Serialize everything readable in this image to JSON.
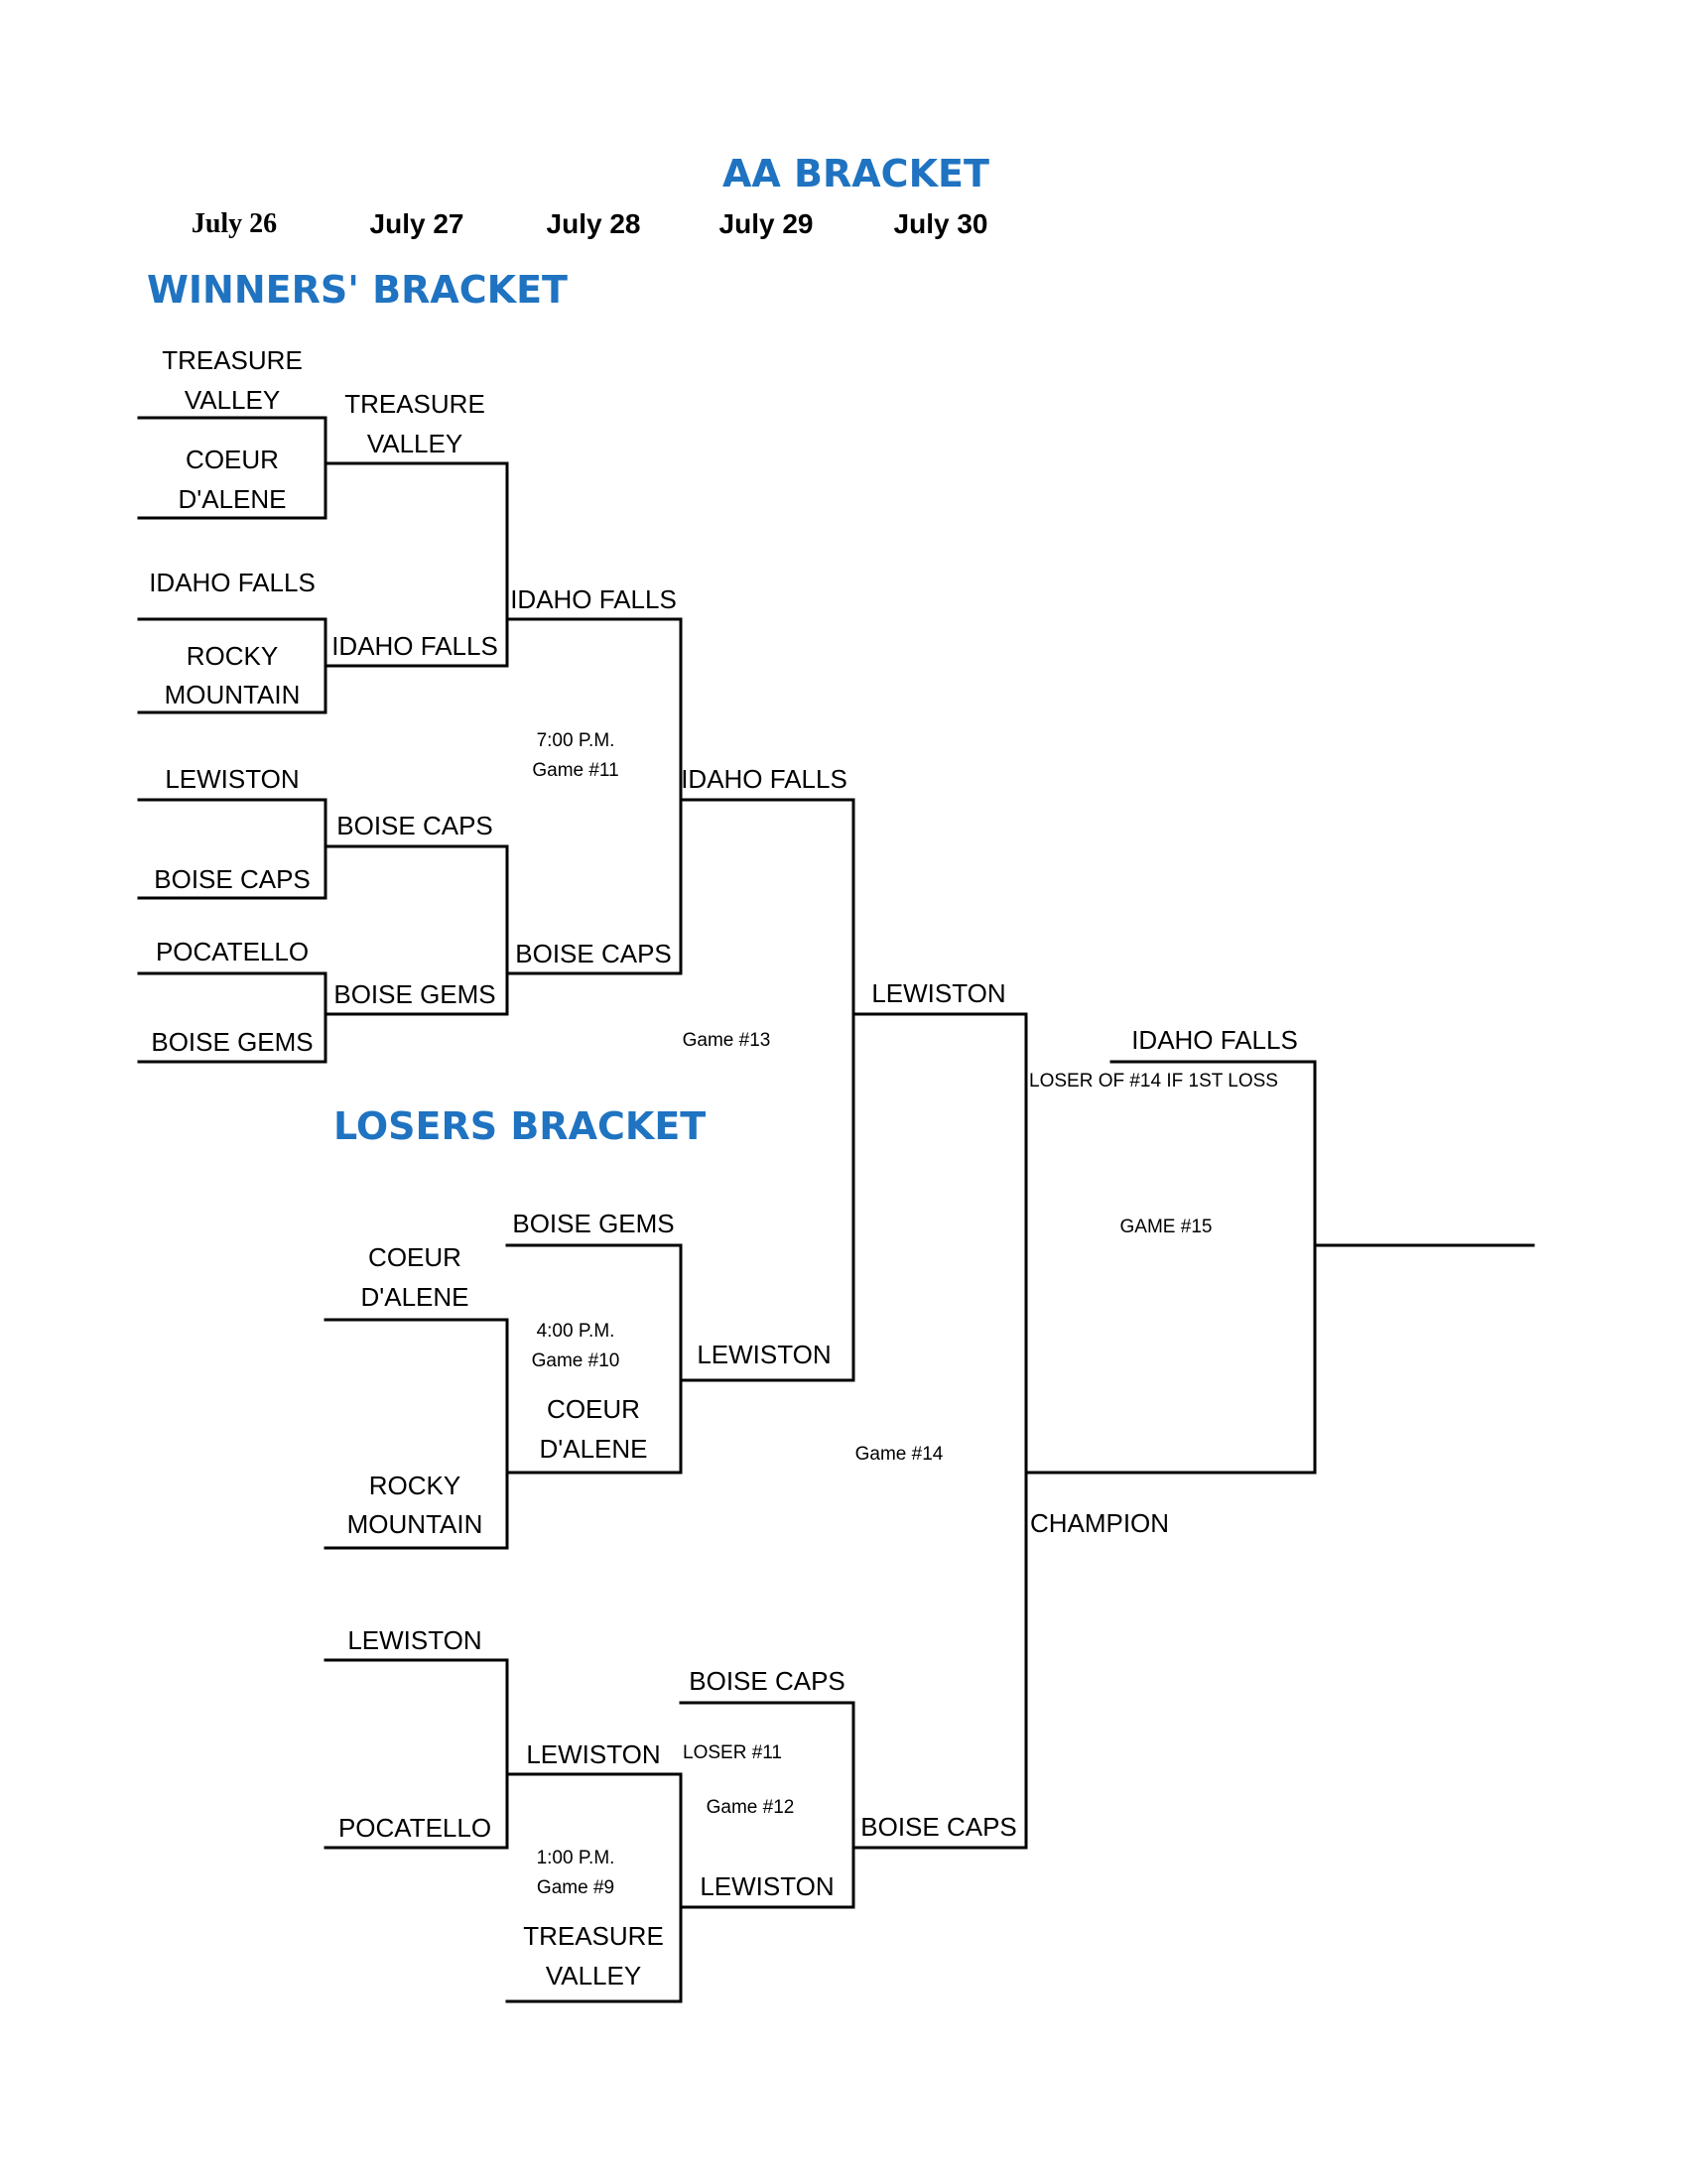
{
  "header": {
    "title": "AA BRACKET",
    "dates": [
      "July 26",
      "July 27",
      "July 28",
      "July 29",
      "July 30"
    ],
    "winners_title": "WINNERS' BRACKET",
    "losers_title": "LOSERS BRACKET"
  },
  "colors": {
    "accent": "#1f73c1",
    "line": "#000000"
  },
  "winners": {
    "r1": [
      {
        "line1": "TREASURE",
        "line2": "VALLEY"
      },
      {
        "line1": "COEUR",
        "line2": "D'ALENE"
      },
      {
        "line1": "IDAHO FALLS"
      },
      {
        "line1": "ROCKY",
        "line2": "MOUNTAIN"
      },
      {
        "line1": "LEWISTON"
      },
      {
        "line1": "BOISE CAPS"
      },
      {
        "line1": "POCATELLO"
      },
      {
        "line1": "BOISE GEMS"
      }
    ],
    "r2": [
      {
        "line1": "TREASURE",
        "line2": "VALLEY"
      },
      "IDAHO FALLS",
      "BOISE CAPS",
      "BOISE GEMS"
    ],
    "r3": [
      "IDAHO FALLS",
      "BOISE CAPS"
    ],
    "r3_time": "7:00 P.M.",
    "r3_game": "Game #11",
    "r4": "IDAHO FALLS",
    "r4_game": "Game #13",
    "r5": "LEWISTON",
    "final_top": "IDAHO FALLS",
    "final_note": "LOSER OF #14 IF 1ST LOSS",
    "final_game": "GAME #15",
    "champion_label": "CHAMPION"
  },
  "losers": {
    "upper": {
      "top": {
        "line1": "COEUR",
        "line2": "D'ALENE"
      },
      "bottom": {
        "line1": "ROCKY",
        "line2": "MOUNTAIN"
      },
      "incoming": "BOISE GEMS",
      "winner": {
        "line1": "COEUR",
        "line2": "D'ALENE"
      },
      "time": "4:00 P.M.",
      "game": "Game #10",
      "result": "LEWISTON",
      "game14": "Game #14"
    },
    "lower": {
      "top": "LEWISTON",
      "bottom": "POCATELLO",
      "winner": "LEWISTON",
      "incoming": {
        "line1": "TREASURE",
        "line2": "VALLEY"
      },
      "time": "1:00 P.M.",
      "game": "Game #9",
      "g12_top": "BOISE CAPS",
      "g12_note": "LOSER #11",
      "g12_game": "Game #12",
      "g12_bottom": "LEWISTON",
      "result": "BOISE CAPS"
    }
  }
}
